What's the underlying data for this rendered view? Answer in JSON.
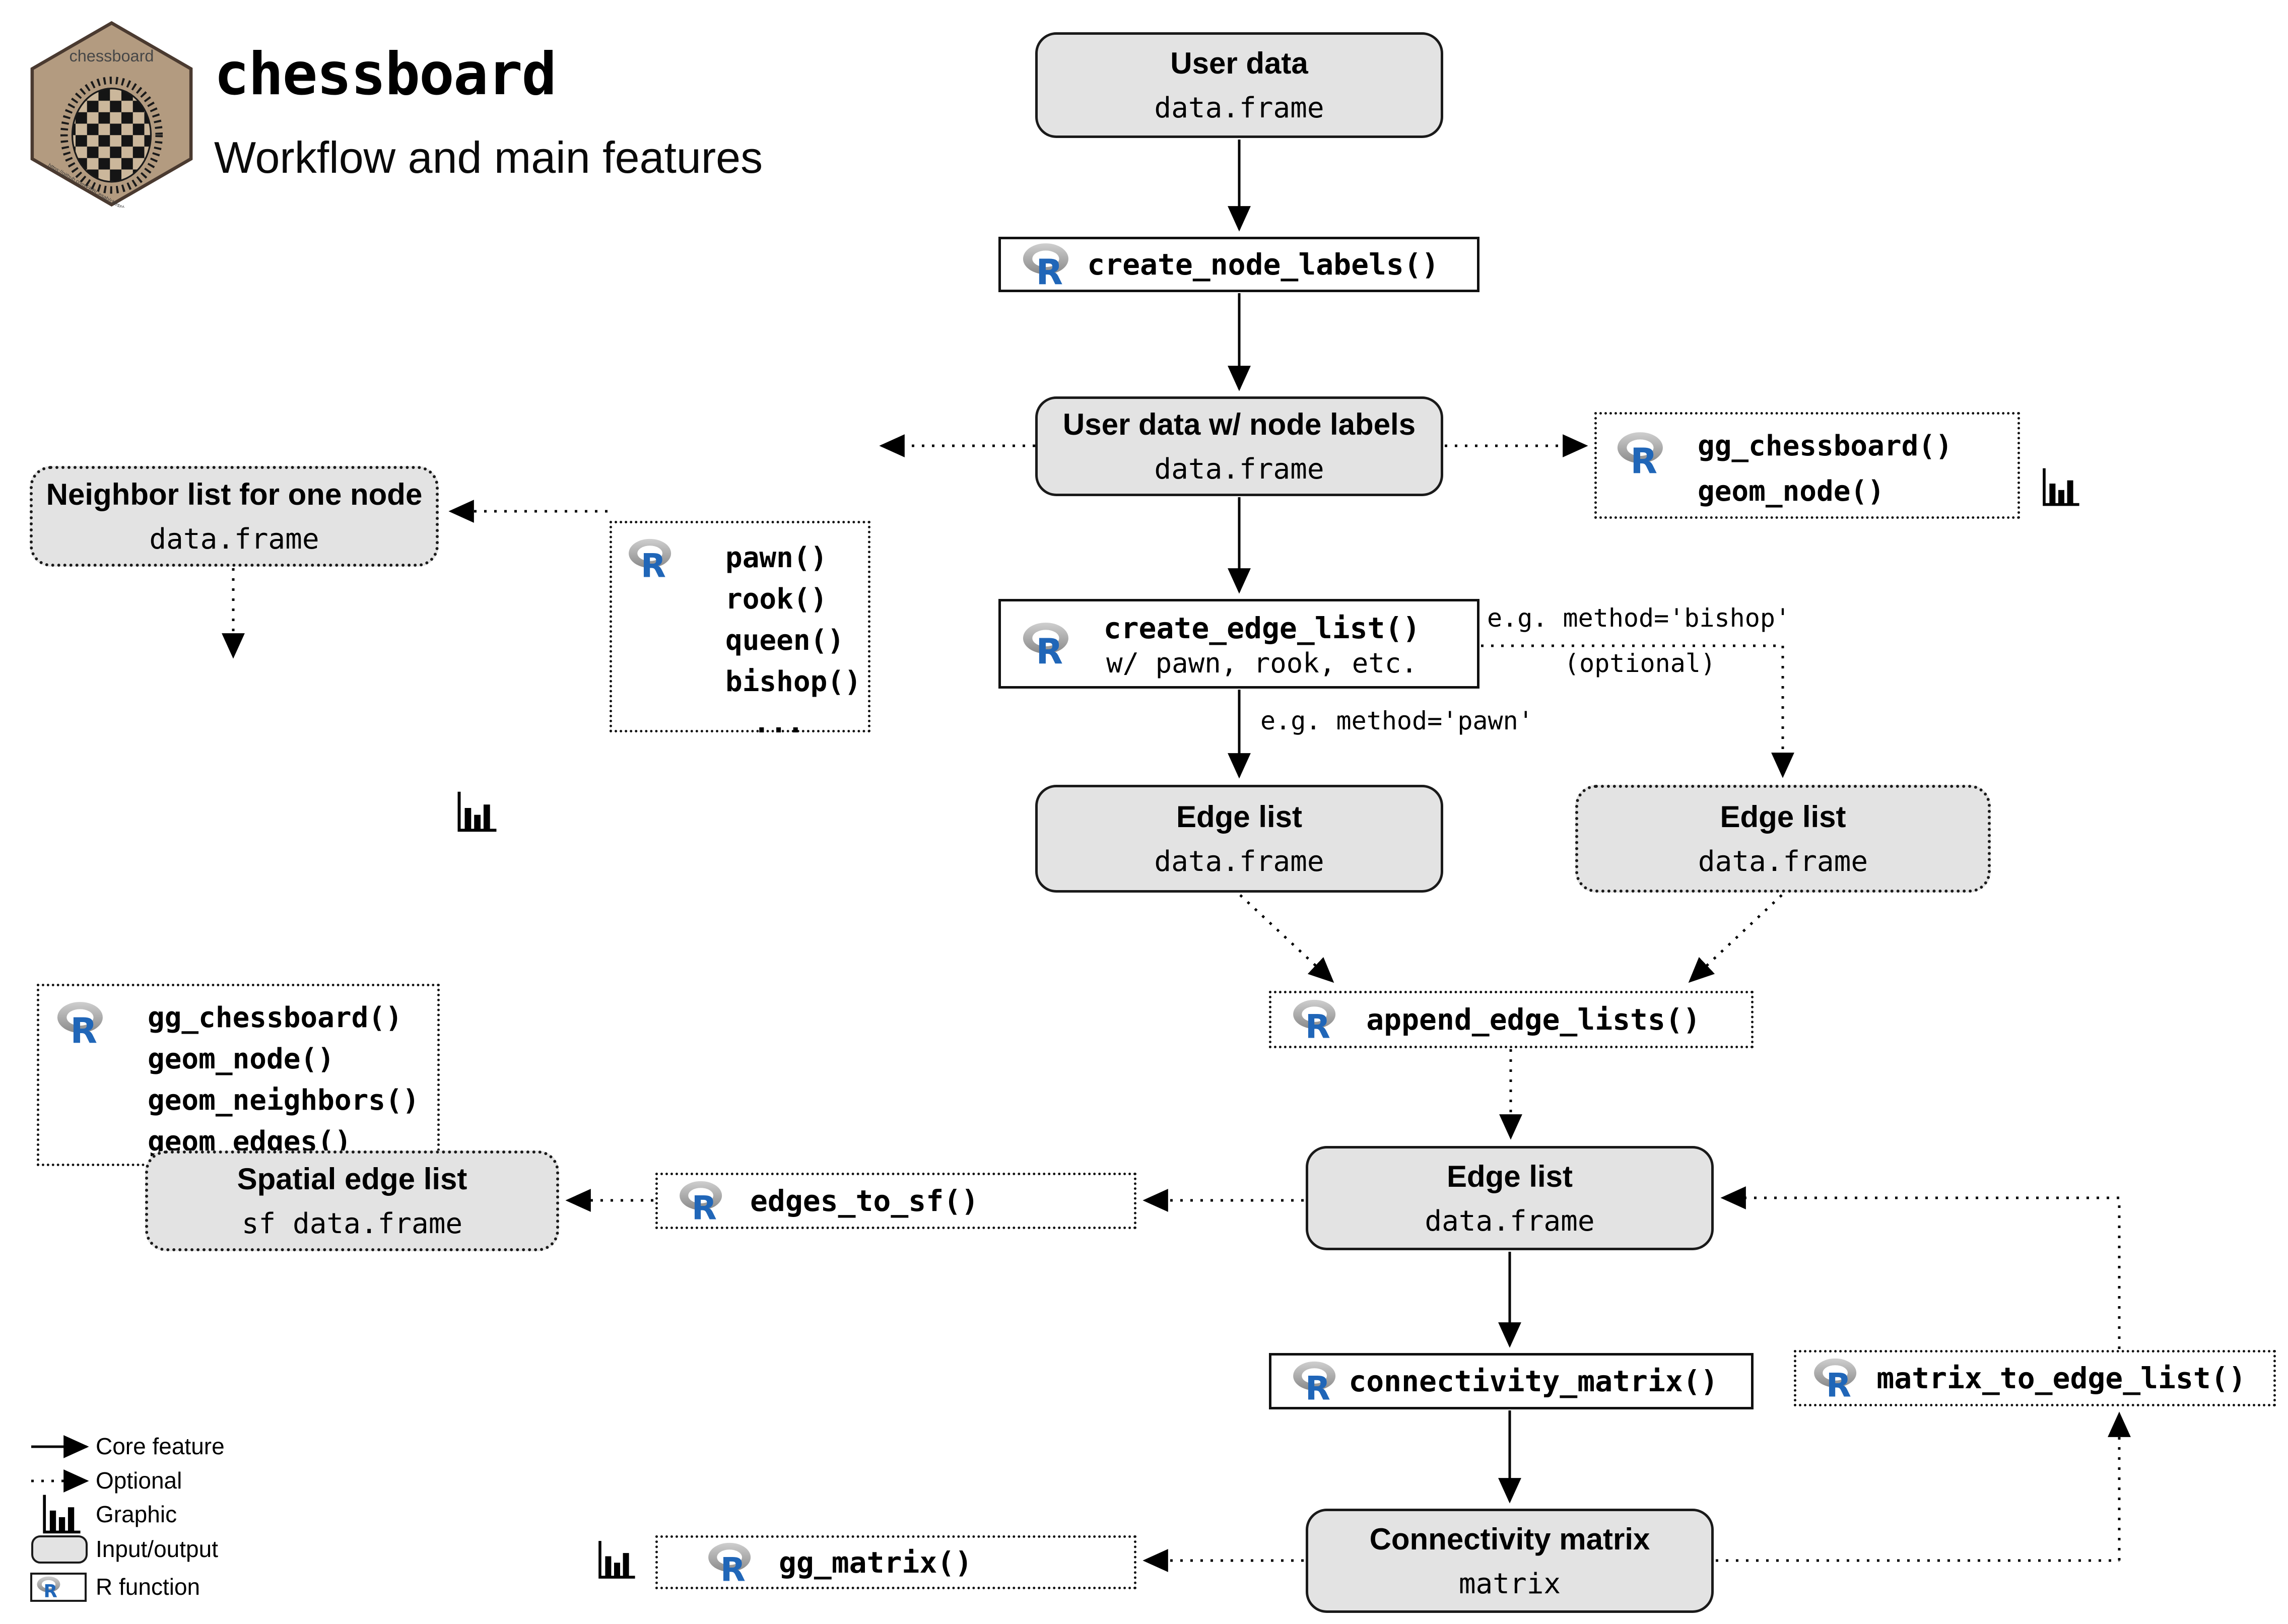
{
  "header": {
    "title": "chessboard",
    "subtitle": "Workflow and main features",
    "logo_text": "chessboard",
    "logo_url": "https://github.com/FRBCesab/chessboard"
  },
  "nodes": {
    "user_data": {
      "title": "User data",
      "type": "data.frame"
    },
    "create_node_labels": {
      "label": "create_node_labels()"
    },
    "user_data_labels": {
      "title": "User data w/ node labels",
      "type": "data.frame"
    },
    "gg_right": {
      "lines": [
        "gg_chessboard()",
        "geom_node()"
      ]
    },
    "moves": {
      "lines": [
        "pawn()",
        "rook()",
        "queen()",
        "bishop()",
        "..."
      ]
    },
    "neighbor_list": {
      "title": "Neighbor list for one node",
      "type": "data.frame"
    },
    "gg_left": {
      "lines": [
        "gg_chessboard()",
        "geom_node()",
        "geom_neighbors()",
        "geom_edges()"
      ]
    },
    "create_edge_list": {
      "label": "create_edge_list()",
      "sub": "w/ pawn, rook, etc."
    },
    "edge_list_left": {
      "title": "Edge list",
      "type": "data.frame"
    },
    "edge_list_right": {
      "title": "Edge list",
      "type": "data.frame"
    },
    "append_edge_lists": {
      "label": "append_edge_lists()"
    },
    "edge_list_main": {
      "title": "Edge list",
      "type": "data.frame"
    },
    "edges_to_sf": {
      "label": "edges_to_sf()"
    },
    "spatial_edge_list": {
      "title": "Spatial edge list",
      "type": "sf data.frame"
    },
    "connectivity_matrix_fn": {
      "label": "connectivity_matrix()"
    },
    "matrix_to_edge_list": {
      "label": "matrix_to_edge_list()"
    },
    "connectivity_matrix": {
      "title": "Connectivity matrix",
      "type": "matrix"
    },
    "gg_matrix": {
      "label": "gg_matrix()"
    }
  },
  "edge_labels": {
    "bishop": "e.g. method='bishop'",
    "optional": "(optional)",
    "pawn": "e.g. method='pawn'"
  },
  "legend": {
    "core": "Core feature",
    "optional": "Optional",
    "graphic": "Graphic",
    "io": "Input/output",
    "rfn": "R function"
  },
  "colors": {
    "io_fill": "#e3e3e3",
    "border": "#1a1a1a",
    "r_blue": "#2066b8",
    "r_gray": "#9c9c9c",
    "logo_tan": "#b39b80",
    "logo_border": "#4a3a30"
  }
}
